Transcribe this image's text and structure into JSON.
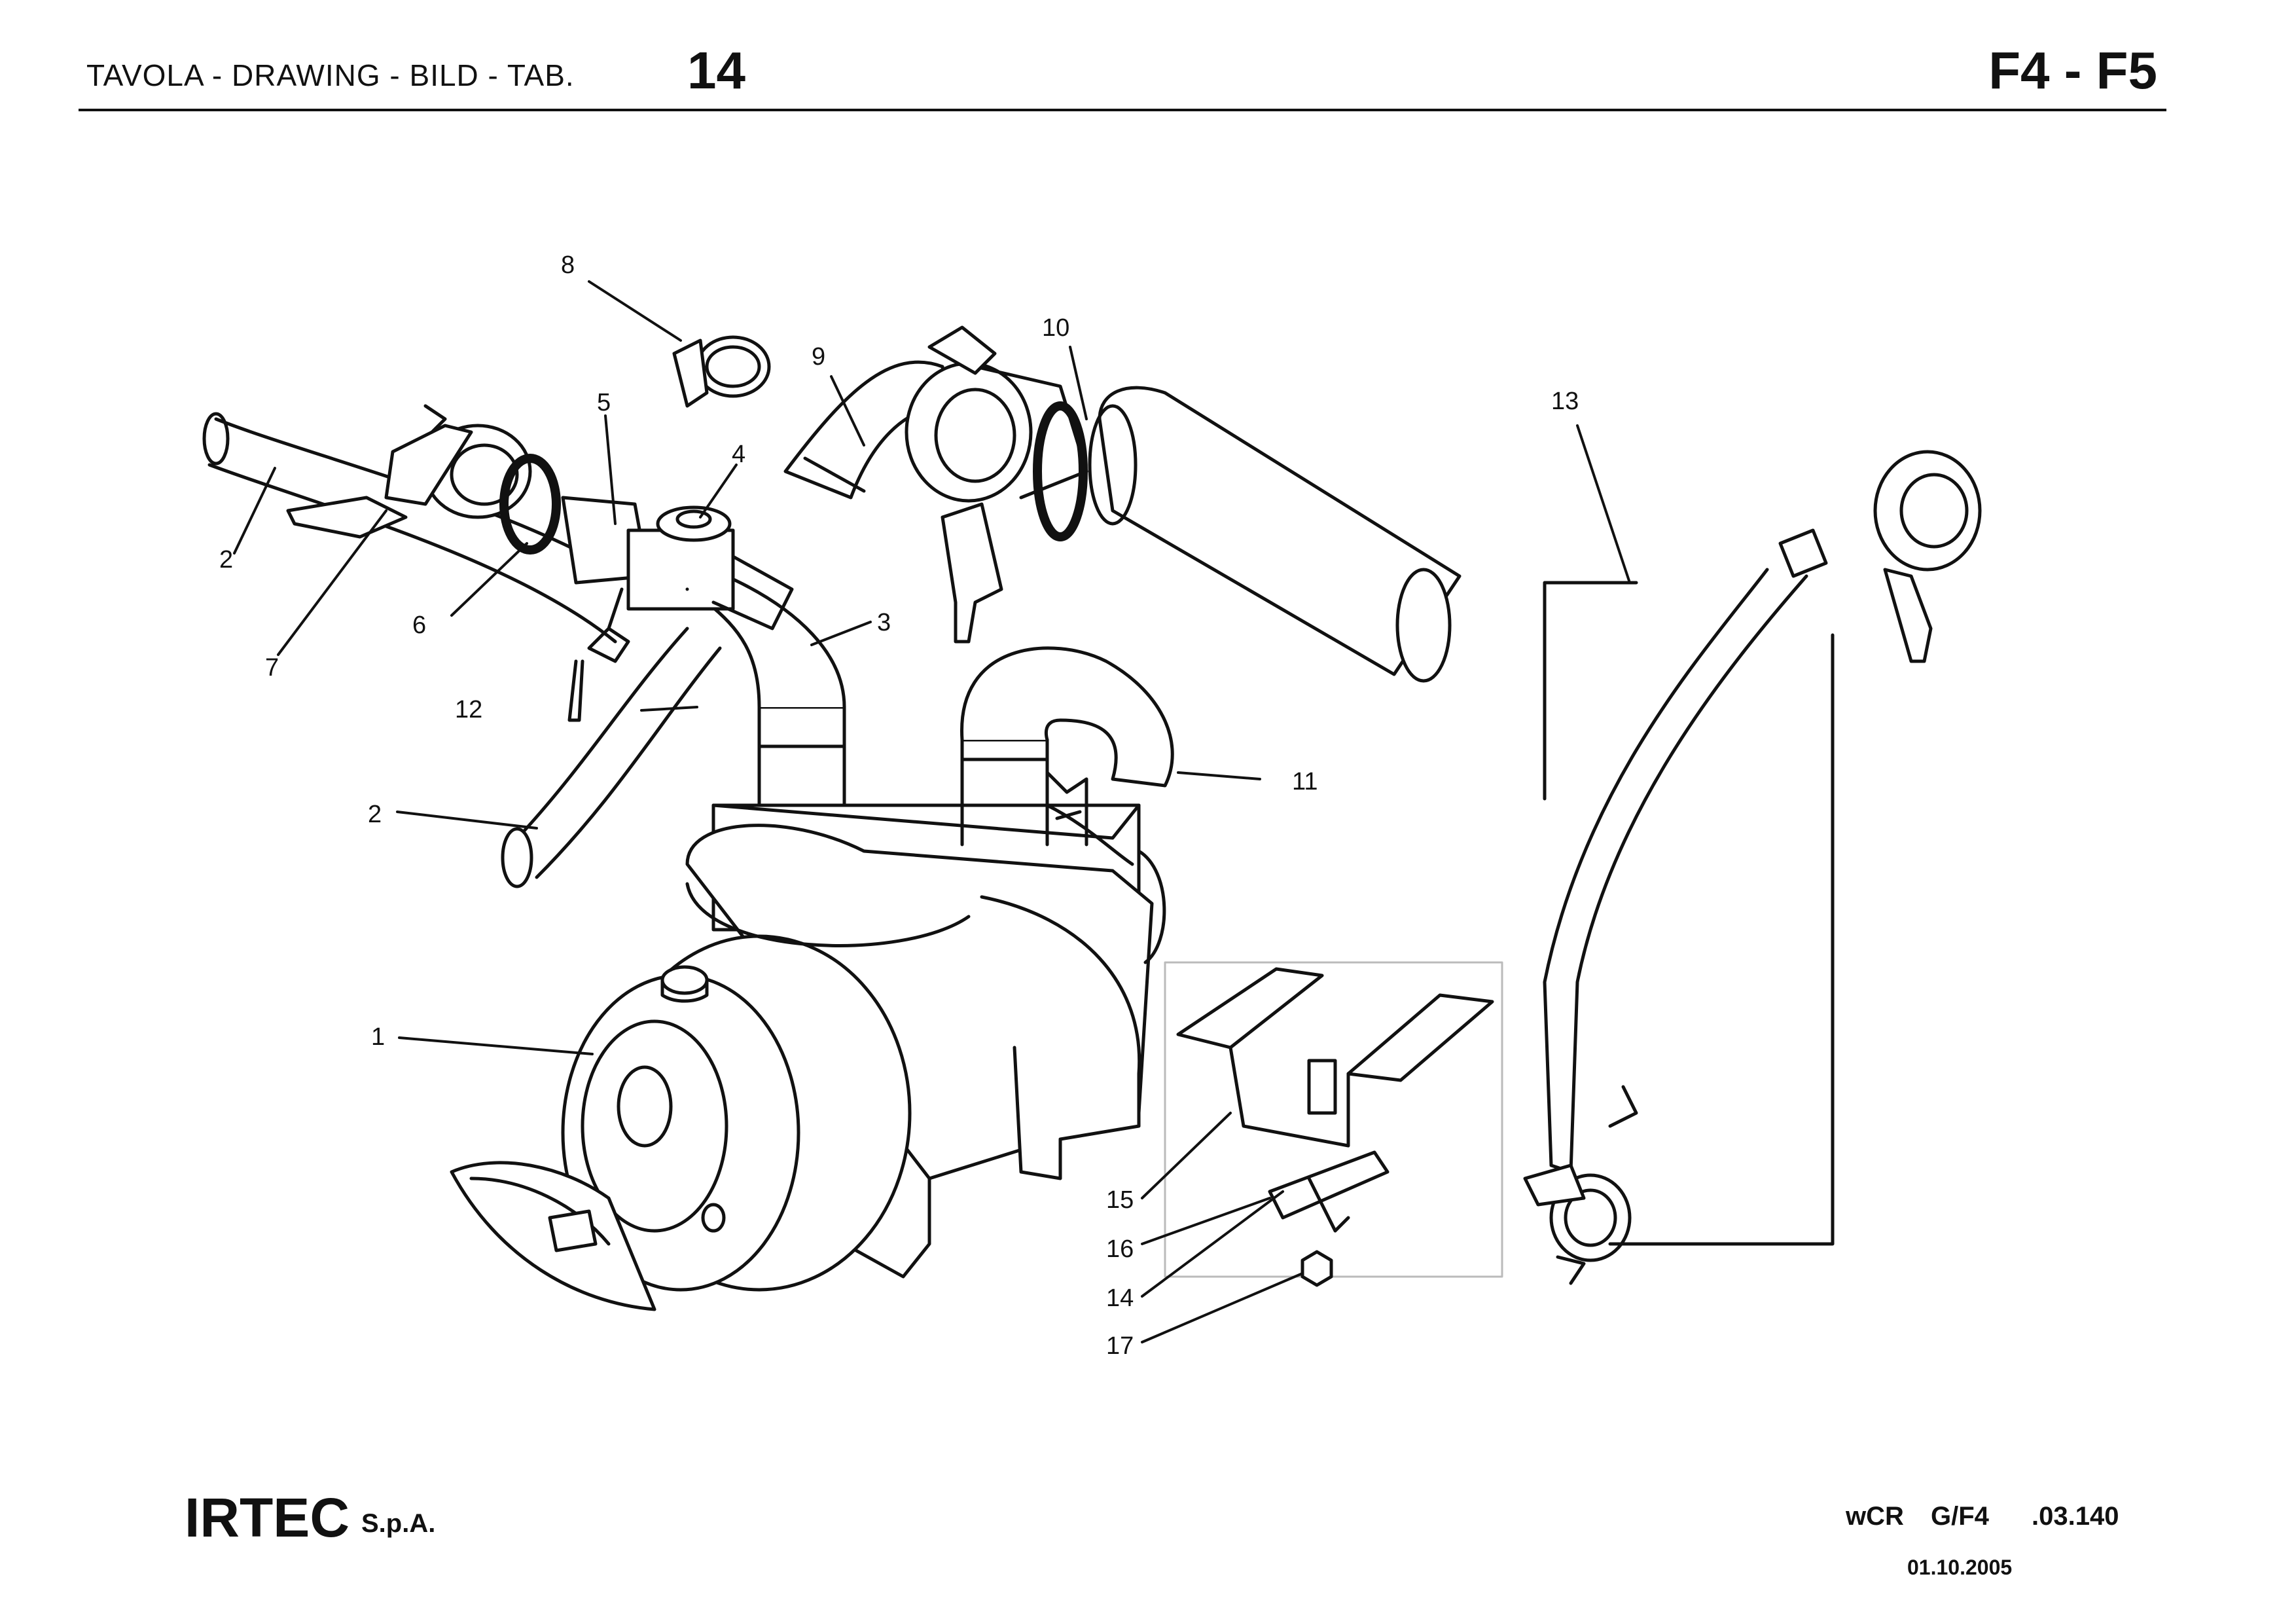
{
  "header": {
    "label": "TAVOLA - DRAWING - BILD - TAB.",
    "table_number": "14",
    "model_code": "F4 - F5"
  },
  "callouts": [
    {
      "id": "c1",
      "text": "1"
    },
    {
      "id": "c2a",
      "text": "2"
    },
    {
      "id": "c2b",
      "text": "2"
    },
    {
      "id": "c3",
      "text": "3"
    },
    {
      "id": "c4",
      "text": "4"
    },
    {
      "id": "c5",
      "text": "5"
    },
    {
      "id": "c6",
      "text": "6"
    },
    {
      "id": "c7",
      "text": "7"
    },
    {
      "id": "c8",
      "text": "8"
    },
    {
      "id": "c9",
      "text": "9"
    },
    {
      "id": "c10",
      "text": "10"
    },
    {
      "id": "c11",
      "text": "11"
    },
    {
      "id": "c12",
      "text": "12"
    },
    {
      "id": "c13",
      "text": "13"
    },
    {
      "id": "c14",
      "text": "14"
    },
    {
      "id": "c15",
      "text": "15"
    },
    {
      "id": "c16",
      "text": "16"
    },
    {
      "id": "c17",
      "text": "17"
    }
  ],
  "footer": {
    "company": "IRTEC",
    "company_suffix": "S.p.A.",
    "ref_1": "wCR",
    "ref_2": "G/F4",
    "ref_3": ".03.140",
    "date": "01.10.2005"
  }
}
